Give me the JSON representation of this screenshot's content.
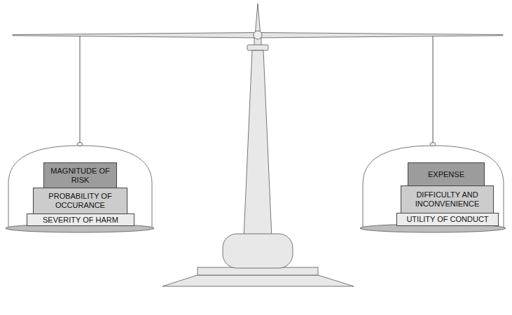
{
  "diagram": {
    "nodes": [
      {
        "text": [
          "MAGNITUDE OF RISK"
        ]
      },
      {
        "text": [
          "PROBABILITY OF OCCURANCE"
        ]
      },
      {
        "text": [
          "SEVERITY OF HARM"
        ]
      },
      {
        "text": [
          "EXPENSE"
        ]
      },
      {
        "text": [
          "DIFFICULTY AND INCONVENIENCE"
        ]
      },
      {
        "text": [
          "UTILITY OF CONDUCT"
        ]
      }
    ]
  }
}
